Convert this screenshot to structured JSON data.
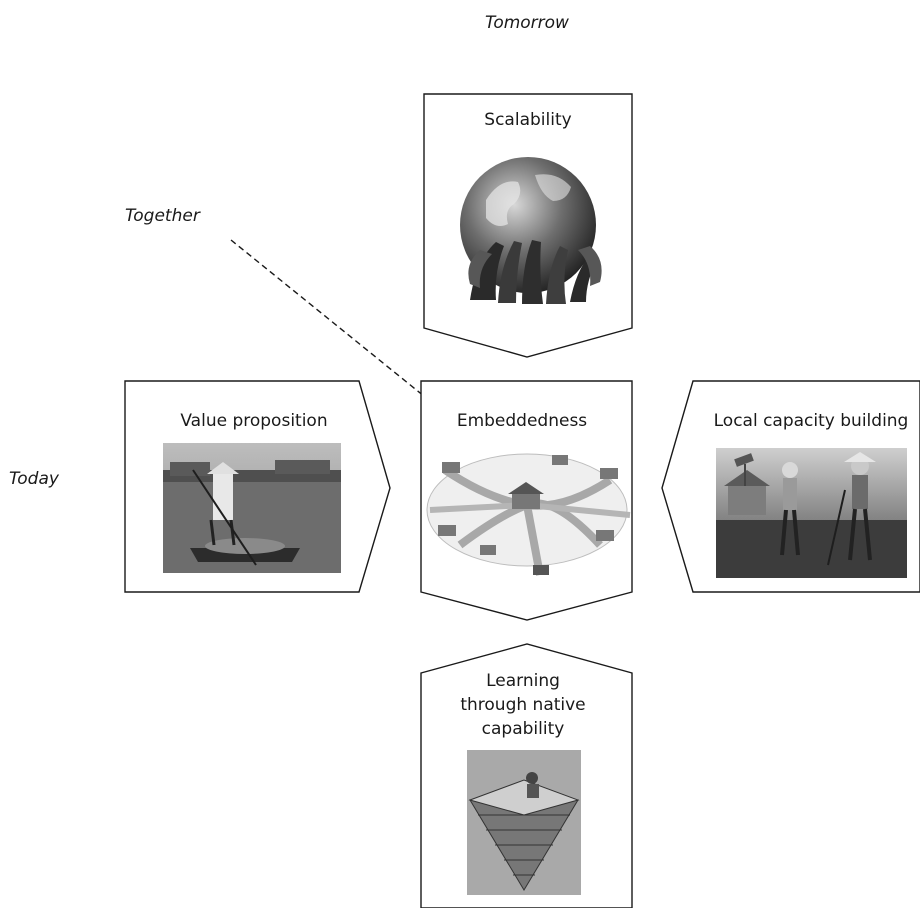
{
  "labels": {
    "tomorrow": "Tomorrow",
    "together": "Together",
    "today": "Today"
  },
  "boxes": {
    "scalability": "Scalability",
    "value_proposition": "Value proposition",
    "embeddedness": "Embeddedness",
    "local_capacity_building": "Local capacity building",
    "learning_line1": "Learning",
    "learning_line2": "through native",
    "learning_line3": "capability"
  }
}
